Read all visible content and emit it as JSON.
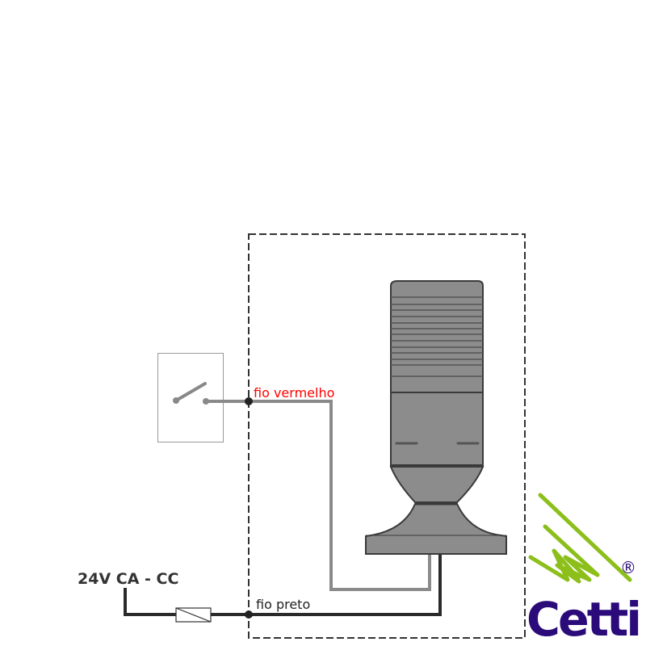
{
  "labels": {
    "red_wire": "fio vermelho",
    "black_wire": "fio preto",
    "supply": "24V CA - CC"
  },
  "logo": {
    "text": "Cetti",
    "registered": "®"
  },
  "colors": {
    "red_wire_label": "#ff0000",
    "red_wire_line": "#8a8a8a",
    "black_wire_line": "#2a2a2a",
    "tower_fill": "#8c8c8c",
    "tower_outline": "#3a3a3a",
    "logo_text": "#2b0a7a",
    "logo_mark": "#8cbf1a"
  }
}
